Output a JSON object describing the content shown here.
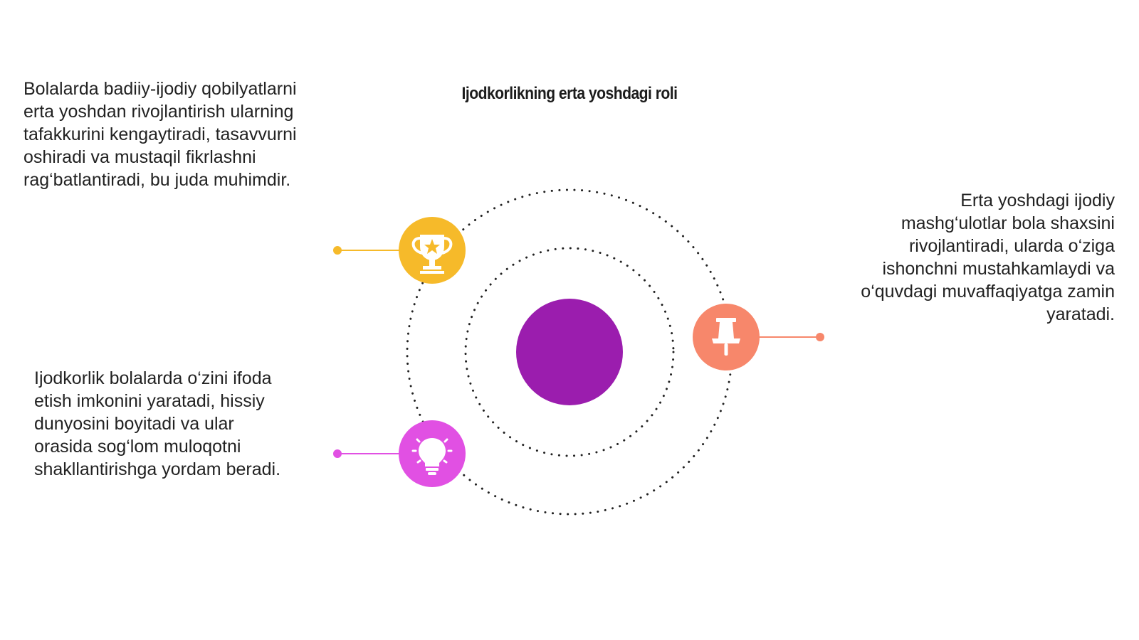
{
  "title": "Ijodkorlikning erta yoshdagi roli",
  "items": [
    {
      "icon": "trophy-icon",
      "color": "#F6BA2A",
      "text": "Bolalarda badiiy-ijodiy qobilyatlarni\nerta yoshdan rivojlantirish ularning\ntafakkurini kengaytiradi, tasavvurni\noshiradi va mustaqil fikrlashni\nrag‘batlantiradi, bu juda muhimdir."
    },
    {
      "icon": "lightbulb-icon",
      "color": "#E150E3",
      "text": "Ijodkorlik bolalarda o‘zini ifoda\netish imkonini yaratadi, hissiy\ndunyosini boyitadi va ular\norasida sog‘lom muloqotni\nshakllantirishga yordam beradi."
    },
    {
      "icon": "pushpin-icon",
      "color": "#F7876B",
      "text": "Erta yoshdagi ijodiy\nmashg‘ulotlar bola shaxsini\nrivojlantiradi, ularda o‘ziga\nishonchni mustahkamlaydi va\no‘quvdagi muvaffaqiyatga zamin\nyaratadi."
    }
  ],
  "center_color": "#9B1DAE",
  "orbit_color": "#222222"
}
